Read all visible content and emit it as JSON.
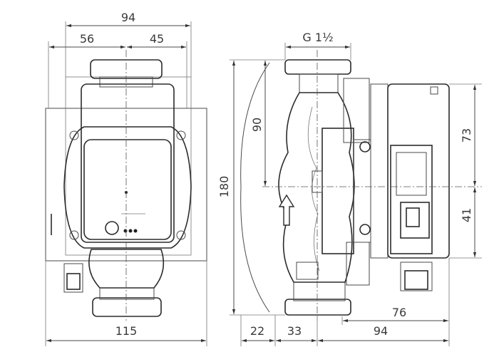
{
  "dimensions": {
    "front_total_width": "94",
    "front_left_offset": "56",
    "front_right_offset": "45",
    "front_base_width": "115",
    "side_thread": "G 1½",
    "side_total_height": "180",
    "side_upper_height": "90",
    "side_motor_top": "73",
    "side_motor_bottom": "41",
    "side_depth_a": "22",
    "side_depth_b": "33",
    "side_depth_c": "94",
    "side_depth_d": "76"
  },
  "colors": {
    "line": "#2b2b2b",
    "text": "#3a3a3a",
    "background": "#ffffff"
  }
}
